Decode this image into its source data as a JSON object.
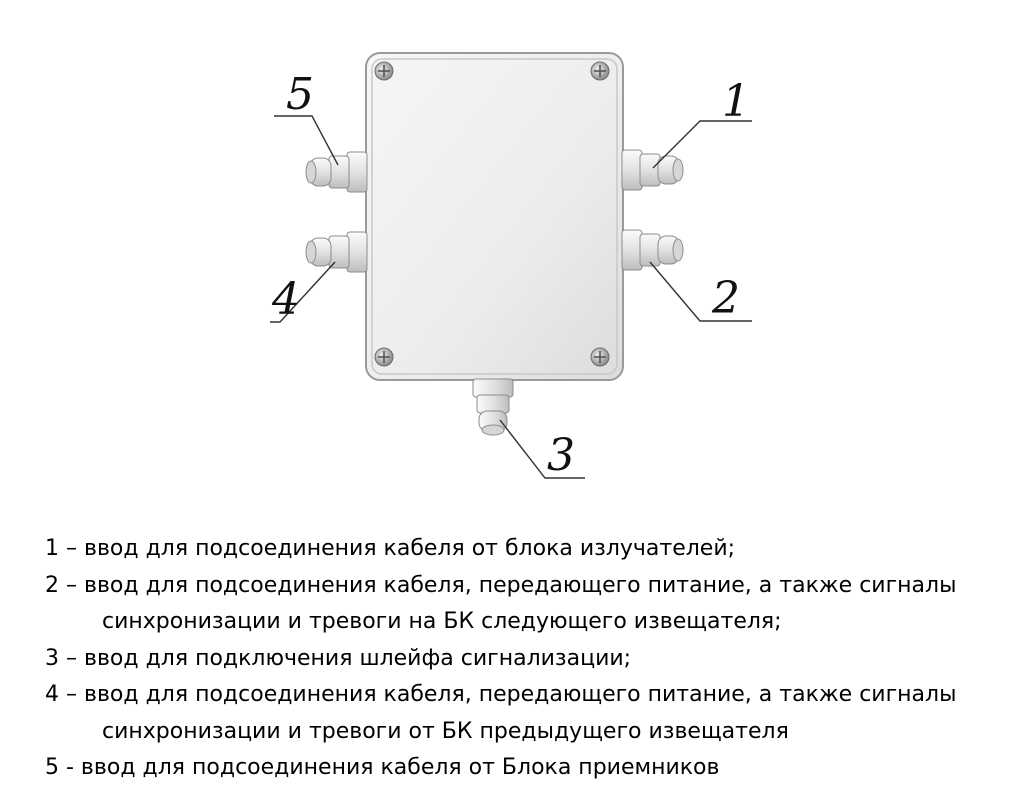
{
  "figure": {
    "callouts": [
      "1",
      "2",
      "3",
      "4",
      "5"
    ]
  },
  "legend": [
    {
      "line1": "1 – ввод для подсоединения кабеля от блока излучателей;",
      "line2": ""
    },
    {
      "line1": "2 – ввод для подсоединения кабеля, передающего питание, а также сигналы",
      "line2": "синхронизации и тревоги на БК следующего извещателя;"
    },
    {
      "line1": "3 – ввод для подключения шлейфа сигнализации;",
      "line2": ""
    },
    {
      "line1": "4 – ввод для подсоединения кабеля, передающего питание, а также сигналы",
      "line2": "синхронизации и тревоги от БК предыдущего извещателя"
    },
    {
      "line1": "5 - ввод для подсоединения кабеля от Блока приемников",
      "line2": ""
    }
  ]
}
